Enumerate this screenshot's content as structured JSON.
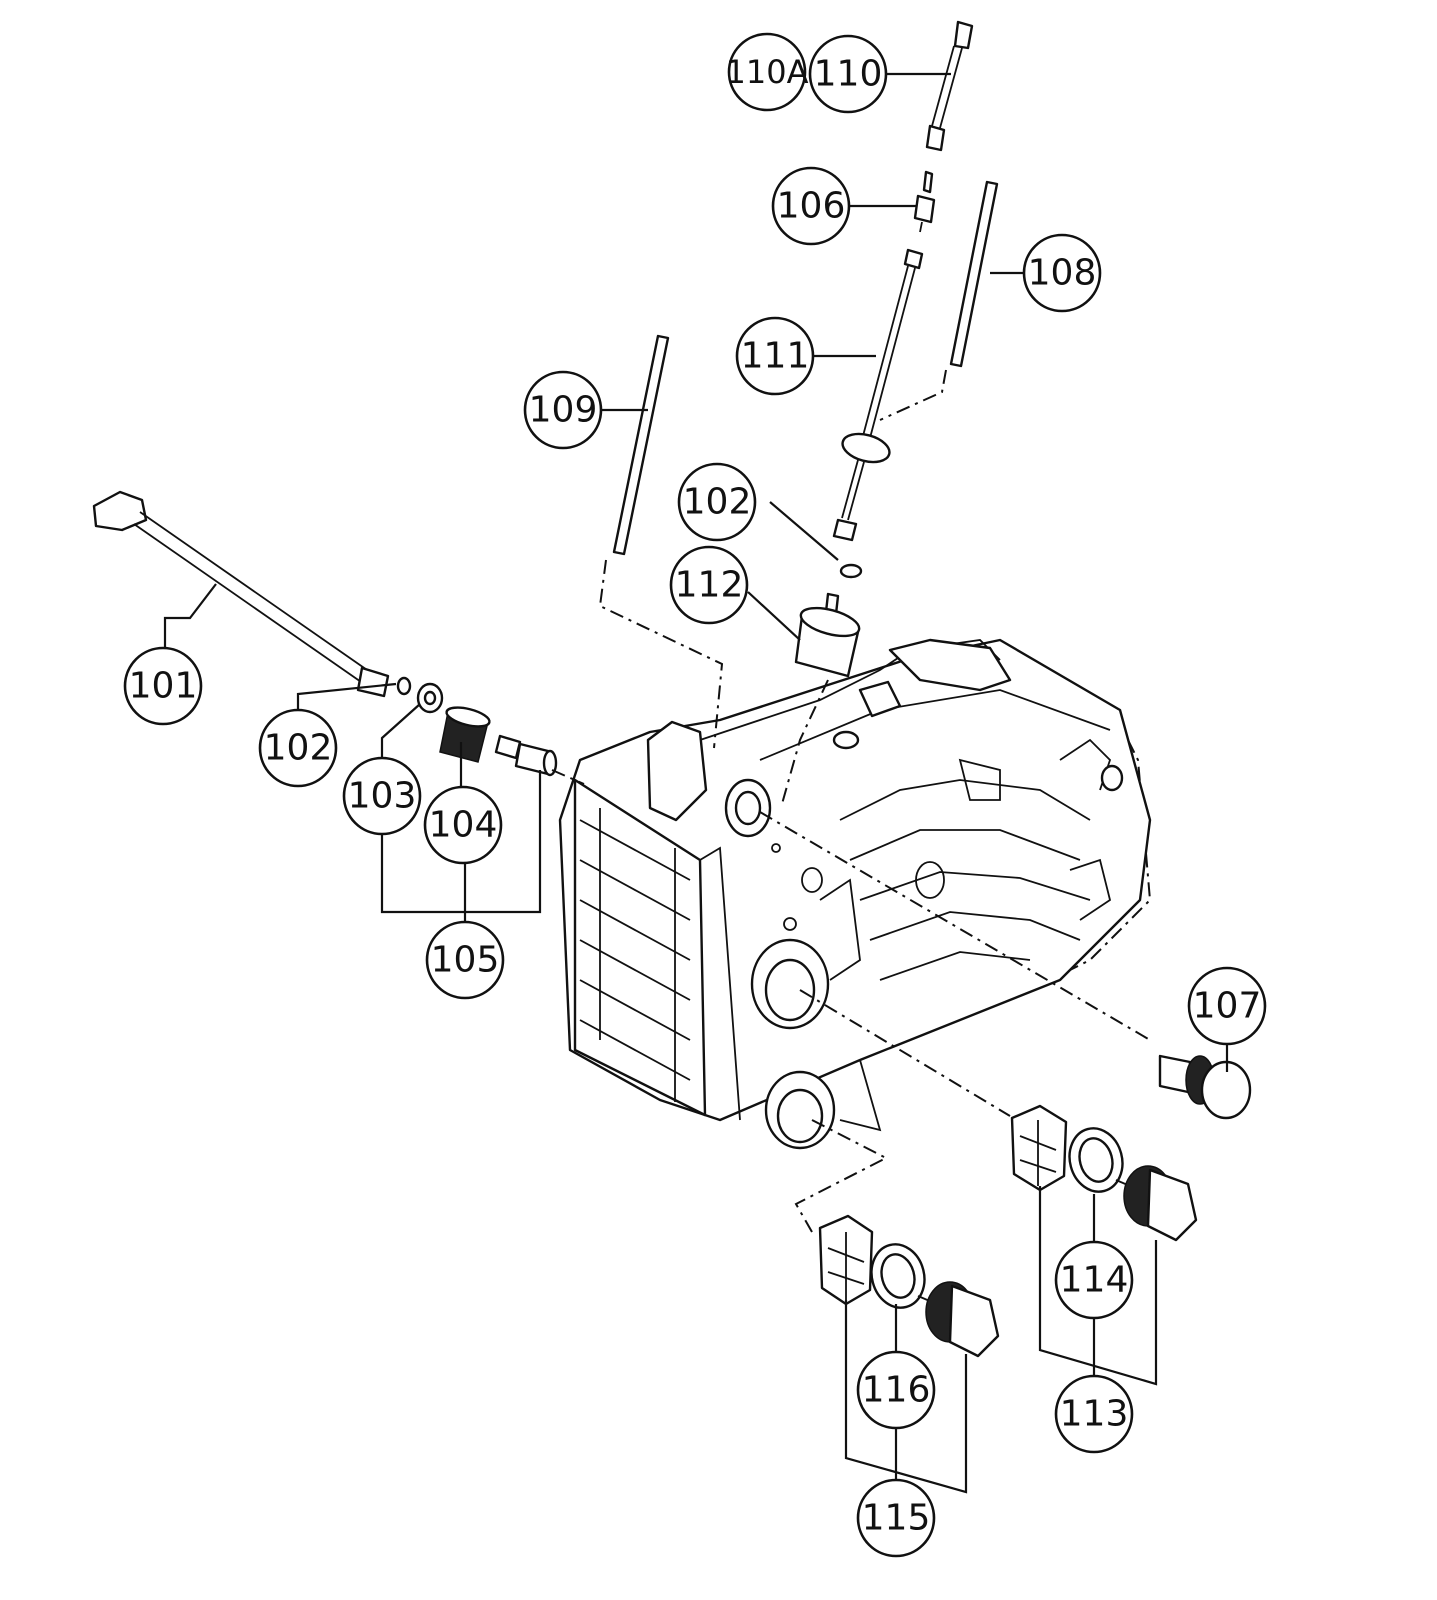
{
  "diagram": {
    "callouts": [
      {
        "id": "110A",
        "label": "110A"
      },
      {
        "id": "110",
        "label": "110"
      },
      {
        "id": "106",
        "label": "106"
      },
      {
        "id": "108",
        "label": "108"
      },
      {
        "id": "111",
        "label": "111"
      },
      {
        "id": "109",
        "label": "109"
      },
      {
        "id": "102-top",
        "label": "102"
      },
      {
        "id": "112",
        "label": "112"
      },
      {
        "id": "101",
        "label": "101"
      },
      {
        "id": "102-left",
        "label": "102"
      },
      {
        "id": "103",
        "label": "103"
      },
      {
        "id": "104",
        "label": "104"
      },
      {
        "id": "105",
        "label": "105"
      },
      {
        "id": "107",
        "label": "107"
      },
      {
        "id": "114",
        "label": "114"
      },
      {
        "id": "113",
        "label": "113"
      },
      {
        "id": "116",
        "label": "116"
      },
      {
        "id": "115",
        "label": "115"
      }
    ]
  }
}
